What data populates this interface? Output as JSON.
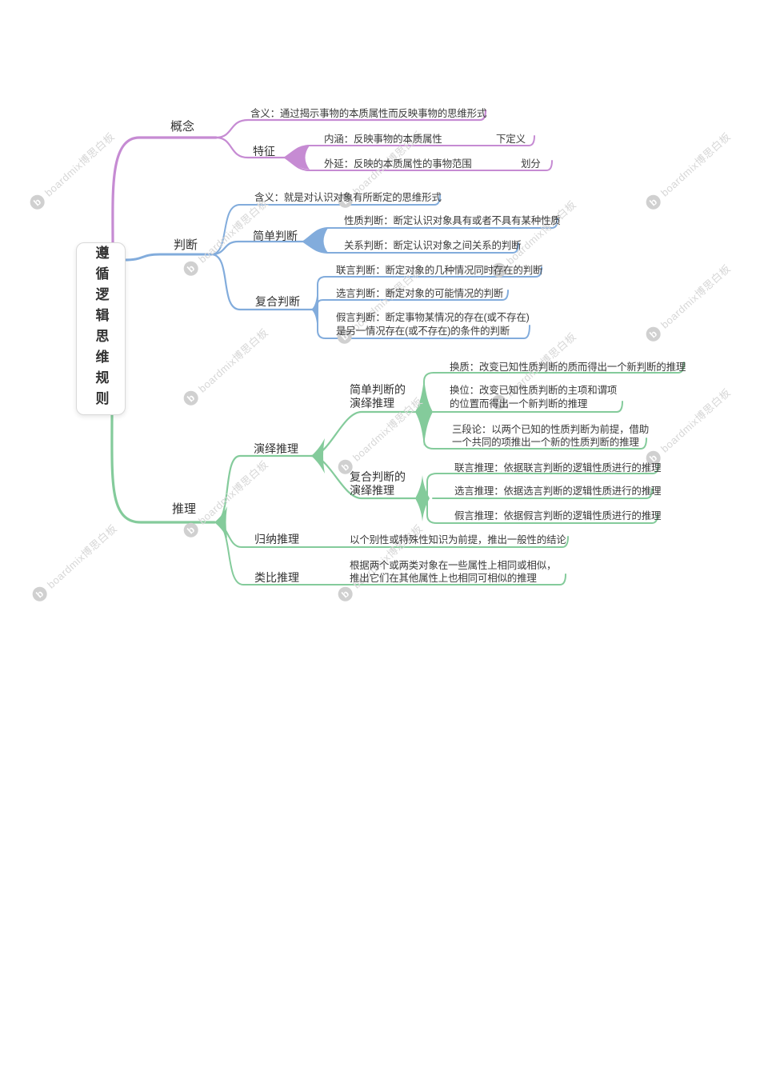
{
  "root": {
    "label": "遵循逻辑思维规则"
  },
  "watermark": {
    "logo": "b",
    "text": "boardmix博思白板"
  },
  "colors": {
    "concept_branch": "#c68bd3",
    "judgment_branch": "#82acdc",
    "reasoning_branch": "#84cb9b",
    "node_text": "#3a3a3a",
    "watermark_gray": "#d7d7d7"
  },
  "concept": {
    "label": "概念",
    "meaning": "含义：通过揭示事物的本质属性而反映事物的思维形式",
    "feature": {
      "label": "特征",
      "intension": "内涵：反映事物的本质属性",
      "intension_tag": "下定义",
      "extension": "外延：反映的本质属性的事物范围",
      "extension_tag": "划分"
    }
  },
  "judgment": {
    "label": "判断",
    "meaning": "含义：就是对认识对象有所断定的思维形式",
    "simple": {
      "label": "简单判断",
      "property": "性质判断：断定认识对象具有或者不具有某种性质",
      "relation": "关系判断：断定认识对象之间关系的判断"
    },
    "compound": {
      "label": "复合判断",
      "conjunctive": "联言判断：断定对象的几种情况同时存在的判断",
      "disjunctive": "选言判断：断定对象的可能情况的判断",
      "hypothetical_line1": "假言判断：断定事物某情况的存在(或不存在)",
      "hypothetical_line2": "是另一情况存在(或不存在)的条件的判断"
    }
  },
  "reasoning": {
    "label": "推理",
    "deductive": {
      "label": "演绎推理",
      "simple": {
        "label_line1": "简单判断的",
        "label_line2": "演绎推理",
        "quality": "换质：改变已知性质判断的质而得出一个新判断的推理",
        "position_line1": "换位：改变已知性质判断的主项和谓项",
        "position_line2": "的位置而得出一个新判断的推理",
        "syllogism_line1": "三段论：以两个已知的性质判断为前提，借助",
        "syllogism_line2": "一个共同的项推出一个新的性质判断的推理"
      },
      "compound": {
        "label_line1": "复合判断的",
        "label_line2": "演绎推理",
        "conjunctive": "联言推理：依据联言判断的逻辑性质进行的推理",
        "disjunctive": "选言推理：依据选言判断的逻辑性质进行的推理",
        "hypothetical": "假言推理：依据假言判断的逻辑性质进行的推理"
      }
    },
    "inductive": {
      "label": "归纳推理",
      "desc": "以个别性或特殊性知识为前提，推出一般性的结论"
    },
    "analogical": {
      "label": "类比推理",
      "desc_line1": "根据两个或两类对象在一些属性上相同或相似，",
      "desc_line2": "推出它们在其他属性上也相同可相似的推理"
    }
  }
}
